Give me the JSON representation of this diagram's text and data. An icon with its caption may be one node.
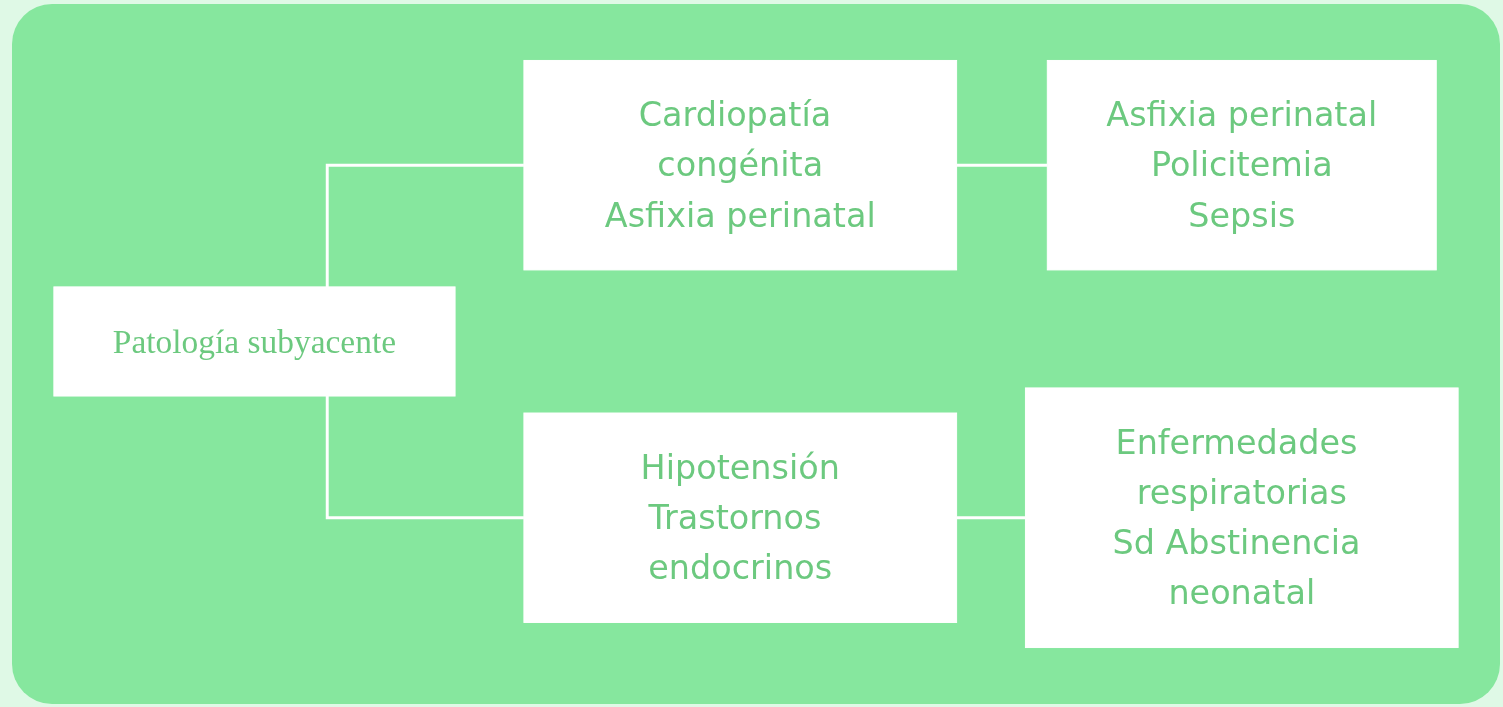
{
  "diagram": {
    "nodes": [
      {
        "text": [
          "Patología subyacente"
        ]
      },
      {
        "text": [
          "Cardiopatía congénita",
          "Asfixia perinatal"
        ]
      },
      {
        "text": [
          "Asfixia perinatal",
          "Policitemia",
          "Sepsis"
        ]
      },
      {
        "text": [
          "Hipotensión",
          "Trastornos endocrinos"
        ]
      },
      {
        "text": [
          "Enfermedades respiratorias",
          "Sd Abstinencia neonatal"
        ]
      }
    ],
    "edges": [
      {
        "from": 0,
        "to": 1,
        "arrow": "none"
      },
      {
        "from": 0,
        "to": 3,
        "arrow": "none"
      },
      {
        "from": 1,
        "to": 2,
        "arrow": "none"
      },
      {
        "from": 3,
        "to": 4,
        "arrow": "none"
      }
    ]
  }
}
